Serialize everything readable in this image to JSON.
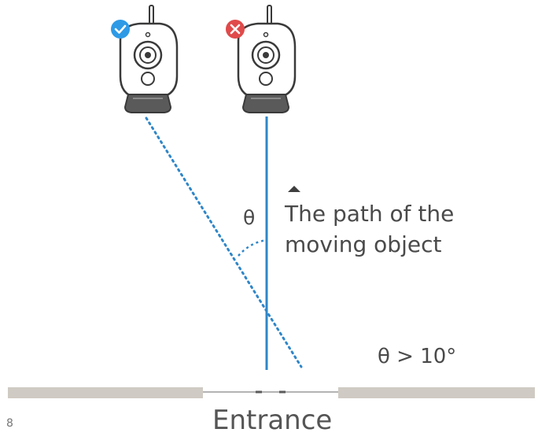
{
  "labels": {
    "theta": "θ",
    "path_line1": "The path of the",
    "path_line2": "moving object",
    "condition": "θ  > 10°",
    "entrance": "Entrance",
    "corner_mark": "8"
  },
  "icons": {
    "correct_badge": "check-circle-icon",
    "wrong_badge": "x-circle-icon",
    "arrow": "triangle-up-icon",
    "camera": "security-camera-icon"
  },
  "colors": {
    "correct_badge": "#2e9ae6",
    "wrong_badge": "#e04a4a",
    "path_line": "#2f86c8",
    "floor": "#cfcac3",
    "text": "#4a4a4a",
    "camera_outline": "#3a3a3a"
  }
}
